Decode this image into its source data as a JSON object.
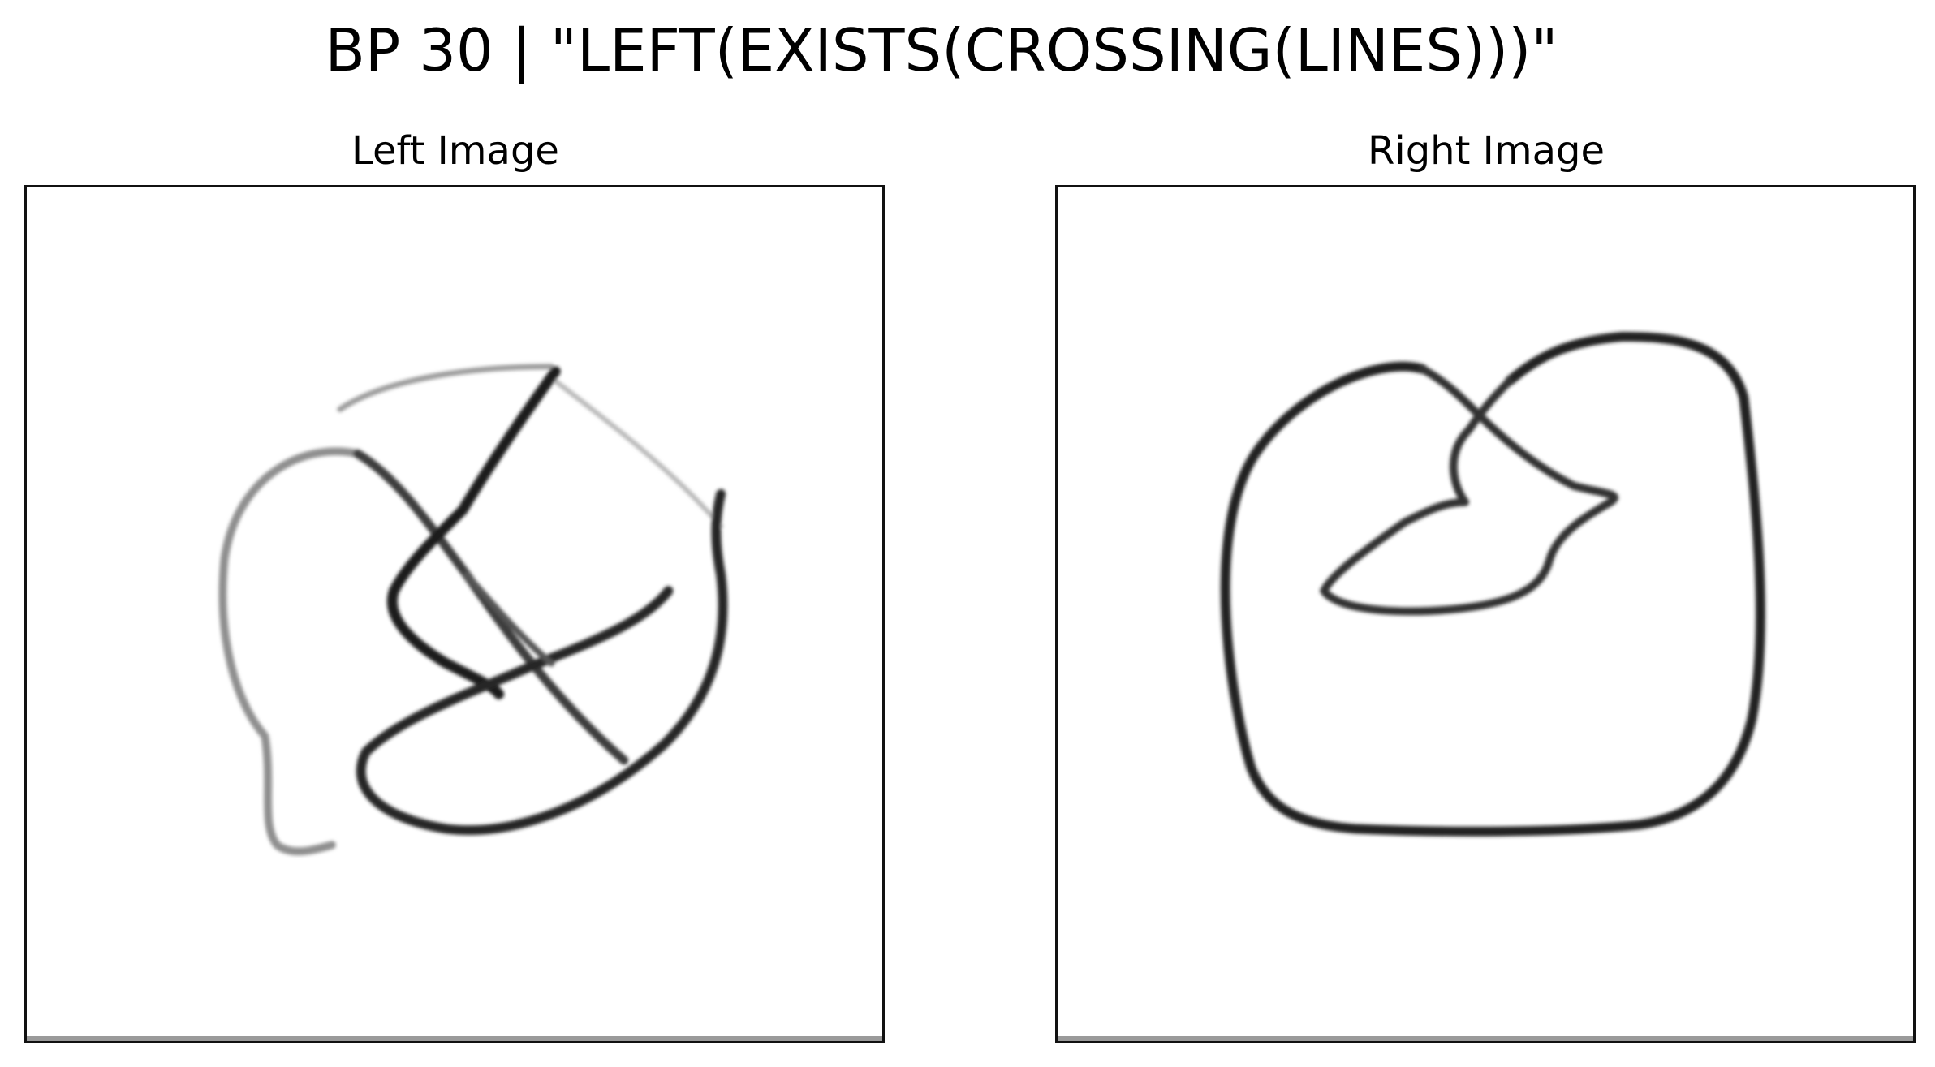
{
  "title": "BP 30 | \"LEFT(EXISTS(CROSSING(LINES)))\"",
  "panels": {
    "left": {
      "title": "Left Image"
    },
    "right": {
      "title": "Right Image"
    }
  },
  "colors": {
    "ink": "#1a1a1a",
    "background": "#ffffff",
    "frame": "#111111"
  }
}
